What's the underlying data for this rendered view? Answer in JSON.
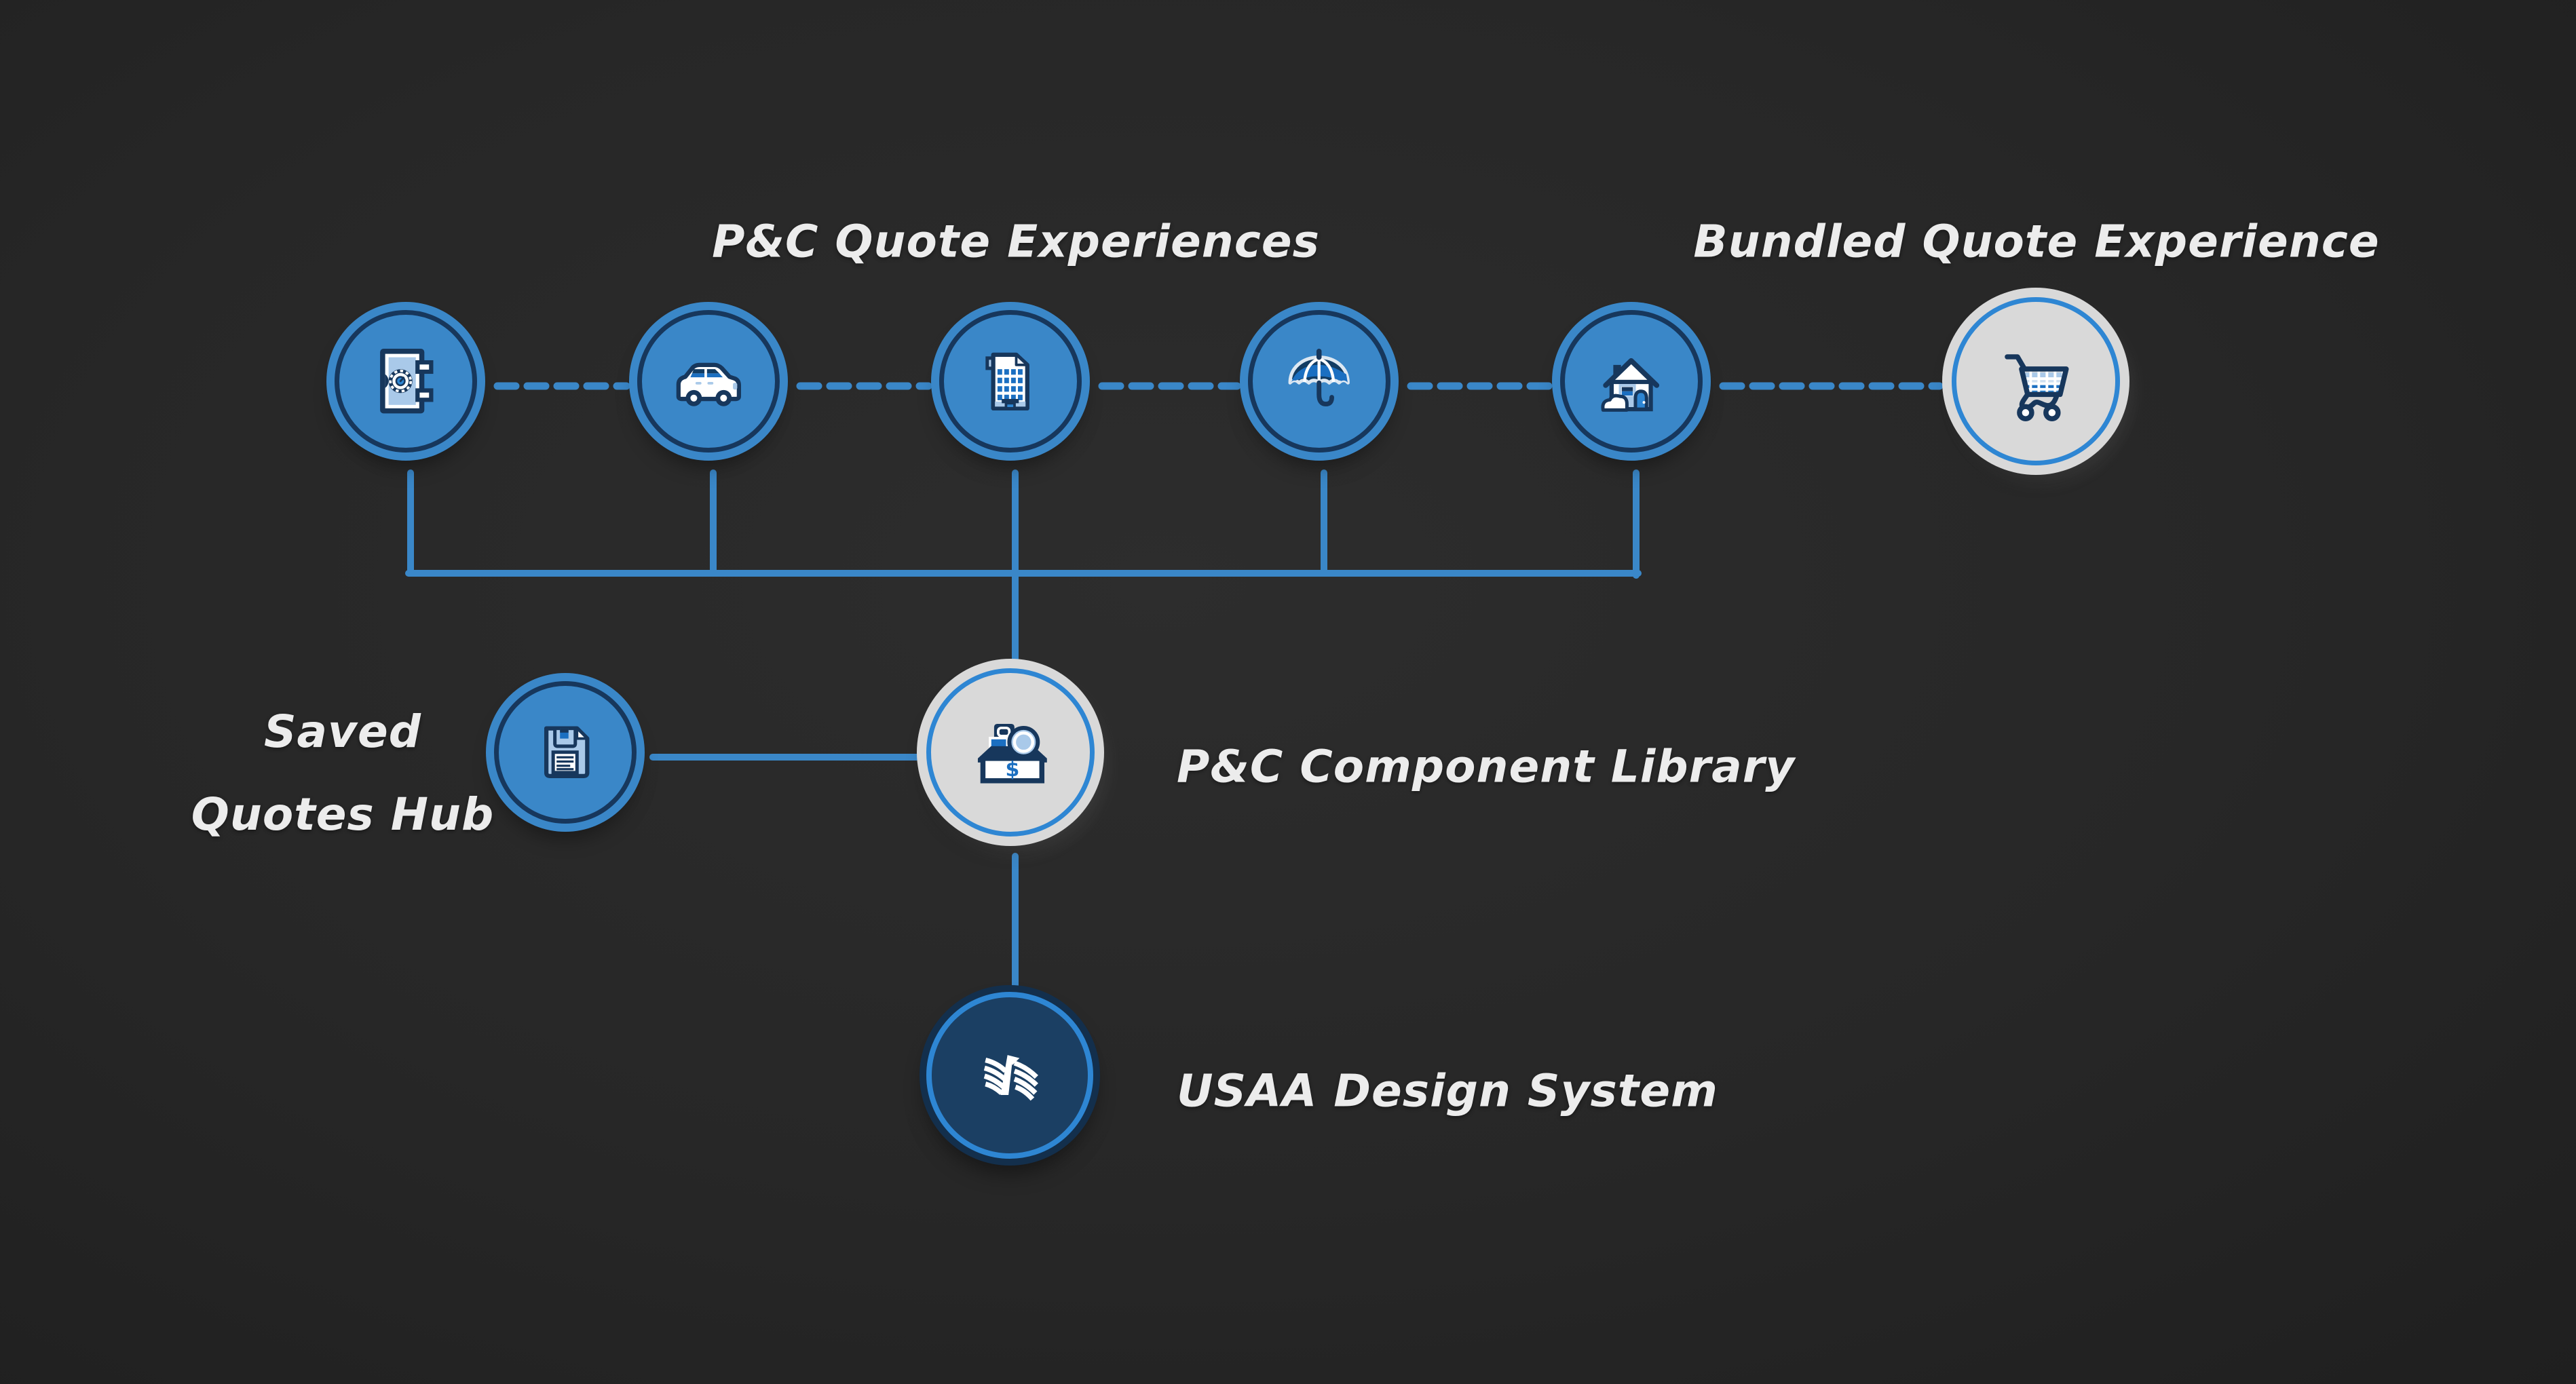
{
  "canvas": {
    "bg": "#272727"
  },
  "colors": {
    "navy": "#17375c",
    "blue": "#3a87c8",
    "iconblue": "#1b6fc1",
    "midblue": "#2e86d3",
    "lightblue": "#a9c9e9",
    "graynode": "#d9d9d9",
    "usaanavy": "#1b3f63",
    "usaaouter": "#132f4c",
    "text": "#ececec",
    "line": "#3a87c8"
  },
  "titles": {
    "quote_experiences": "P&C Quote Experiences",
    "bundled_quote": "Bundled Quote Experience"
  },
  "labels": {
    "saved_line1": "Saved",
    "saved_line2": "Quotes Hub",
    "component_library": "P&C Component Library",
    "design_system": "USAA Design System"
  },
  "icons": {
    "vault": "vault-safe-icon",
    "auto": "car-icon",
    "property": "building-icon",
    "umbrella": "umbrella-icon",
    "home": "house-icon",
    "cart": "shopping-cart-icon",
    "saved": "floppy-disk-icon",
    "library": "cash-box-icon",
    "usaa": "usaa-eagle-logo",
    "dollar_glyph": "$"
  }
}
